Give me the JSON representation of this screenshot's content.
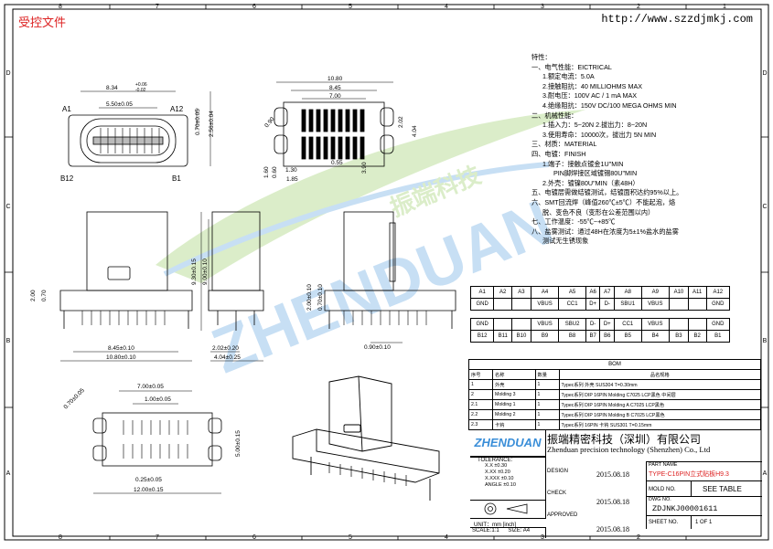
{
  "header": {
    "control_stamp": "受控文件",
    "url": "http://www.szzdjmkj.com"
  },
  "border": {
    "cols": [
      "1",
      "2",
      "3",
      "4",
      "5",
      "6",
      "7",
      "8"
    ],
    "rows": [
      "A",
      "B",
      "C",
      "D"
    ]
  },
  "views": {
    "top": {
      "dims": [
        "8.34",
        "+0.06",
        "-0.02",
        "5.50±0.05",
        "0.70±0.05",
        "2.56±0.04"
      ],
      "pins": [
        "A1",
        "A12",
        "B12",
        "B1"
      ]
    },
    "footprint": {
      "dims": [
        "10.80",
        "8.45",
        "7.00",
        "0.90",
        "2.02",
        "4.04",
        "0.55",
        "1.30",
        "0.60",
        "1.60",
        "1.85",
        "3.90"
      ]
    },
    "front": {
      "dims": [
        "2.00",
        "0.70",
        "8.45±0.10",
        "10.80±0.10"
      ]
    },
    "side": {
      "dims": [
        "9.30±0.15",
        "9.00±0.10",
        "2.02±0.20",
        "4.04±0.25"
      ]
    },
    "back": {
      "dims": [
        "2.00±0.10",
        "0.70±0.10",
        "0.90±0.10"
      ]
    },
    "bottom": {
      "dims": [
        "7.00±0.05",
        "1.00±0.05",
        "0.25±0.05",
        "12.00±0.15",
        "5.00±0.15",
        "0.70±0.05"
      ]
    }
  },
  "spec": {
    "title": "特性：",
    "lines": [
      "一、电气性能：EICTRICAL",
      "1.额定电流：5.0A",
      "2.接触阻抗：40 MILLIOHMS MAX",
      "3.耐电压：100V AC / 1 mA MAX",
      "4.绝缘阻抗：150V DC/100 MEGA OHMS MIN",
      "二、机械性能：",
      "1.插入力：5~20N  2.拔出力：8~20N",
      "3.使用寿命：10000次，拔出力 5N MIN",
      "三、材质：MATERIAL",
      "四、电镀：FINISH",
      "1.端子：接触点镀金1U\"MIN",
      "PIN脚焊接区域镀锡80U\"MIN",
      "2.外壳：镀镍80U\"MIN（素48H）",
      "五、电镀层需做结镀测试，结镀面积达约95%以上。",
      "六、SMT回流焊（峰值260℃±5℃）不能起泡，烙",
      "脱、变色不良（变形在公差范围以内）",
      "七、工作温度：-55℃~+85℃",
      "八、盐雾测试：通过48H在浓度为5±1%盐水的盐雾",
      "测试无生锈现象"
    ]
  },
  "pin_table": {
    "row1": [
      "A1",
      "A2",
      "A3",
      "A4",
      "A5",
      "A6",
      "A7",
      "A8",
      "A9",
      "A10",
      "A11",
      "A12"
    ],
    "row2": [
      "GND",
      "",
      "",
      "VBUS",
      "CC1",
      "D+",
      "D-",
      "SBU1",
      "VBUS",
      "",
      "",
      "GND"
    ],
    "row3": [
      "GND",
      "",
      "",
      "VBUS",
      "SBU2",
      "D-",
      "D+",
      "CC1",
      "VBUS",
      "",
      "",
      "GND"
    ],
    "row4": [
      "B12",
      "B11",
      "B10",
      "B9",
      "B8",
      "B7",
      "B6",
      "B5",
      "B4",
      "B3",
      "B2",
      "B1"
    ]
  },
  "bom": {
    "title": "BOM",
    "headers": [
      "序号",
      "名称",
      "数量",
      "品名规格"
    ],
    "rows": [
      [
        "1",
        "外壳",
        "1",
        "Typec系列 外壳 SUS304 T=0.30mm"
      ],
      [
        "2",
        "Molding 3",
        "1",
        "Typec系列 DIP 16PIN Molding C7025 LCP黑色 中间层"
      ],
      [
        "2.1",
        "Molding 1",
        "1",
        "Typec系列 DIP 16PIN Molding A C7025 LCP黑色"
      ],
      [
        "2.2",
        "Molding 2",
        "1",
        "Typec系列 DIP 16PIN Molding B C7025 LCP黑色"
      ],
      [
        "2.3",
        "卡钩",
        "1",
        "Typec系列 16PIN 卡钩 SUS301 T=0.15mm"
      ]
    ]
  },
  "title_block": {
    "logo": "ZHENDUAN",
    "company_cn": "振端精密科技（深圳）有限公司",
    "company_en": "Zhenduan precision technology (Shenzhen) Co., Ltd",
    "tolerance_label": "TOLERANCE:",
    "tolerances": [
      [
        "X.X",
        "±0.30"
      ],
      [
        "X.XX",
        "±0.20"
      ],
      [
        "X.XXX",
        "±0.10"
      ],
      [
        "ANGLE",
        "±0.10"
      ]
    ],
    "unit": "UNIT：mm [inch]",
    "scale": "SCALE:1:1",
    "size": "SIZE: A4",
    "dates": [
      "2015.08.18",
      "2015.08.18",
      "2015.08.18"
    ],
    "part_name_label": "PART NAME",
    "part_name": "TYPE-C16PIN立式贴板H9.3",
    "mold_no_label": "MOLD NO.",
    "mold_no": "SEE TABLE",
    "dwg_no_label": "DWG NO.",
    "dwg_no": "ZDJNKJ00001611",
    "sheet_label": "SHEET NO.",
    "sheet": "1 OF 1",
    "approval_labels": [
      "DESIGN",
      "CHECK",
      "APPROVED"
    ]
  },
  "watermark": {
    "text": "ZHENDUAN",
    "chinese": "振端科技"
  }
}
